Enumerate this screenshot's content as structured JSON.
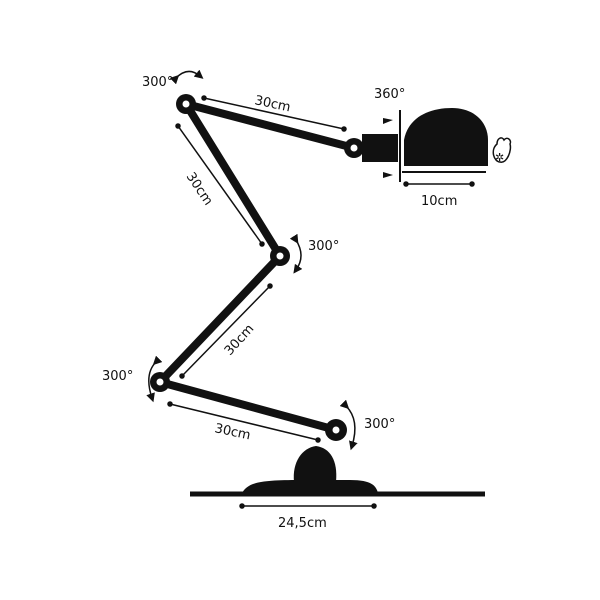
{
  "colors": {
    "ink": "#111111",
    "background": "#ffffff"
  },
  "dimensions": {
    "arm_top": "30cm",
    "arm_upper_left": "30cm",
    "arm_middle": "30cm",
    "arm_bottom": "30cm",
    "shade_width": "10cm",
    "base_width": "24,5cm"
  },
  "rotations": {
    "top_left_joint": "300°",
    "middle_joint": "300°",
    "lower_left_joint": "300°",
    "base_joint": "300°",
    "shade": "360°"
  },
  "icons": {
    "bulb": "bulb-icon"
  }
}
